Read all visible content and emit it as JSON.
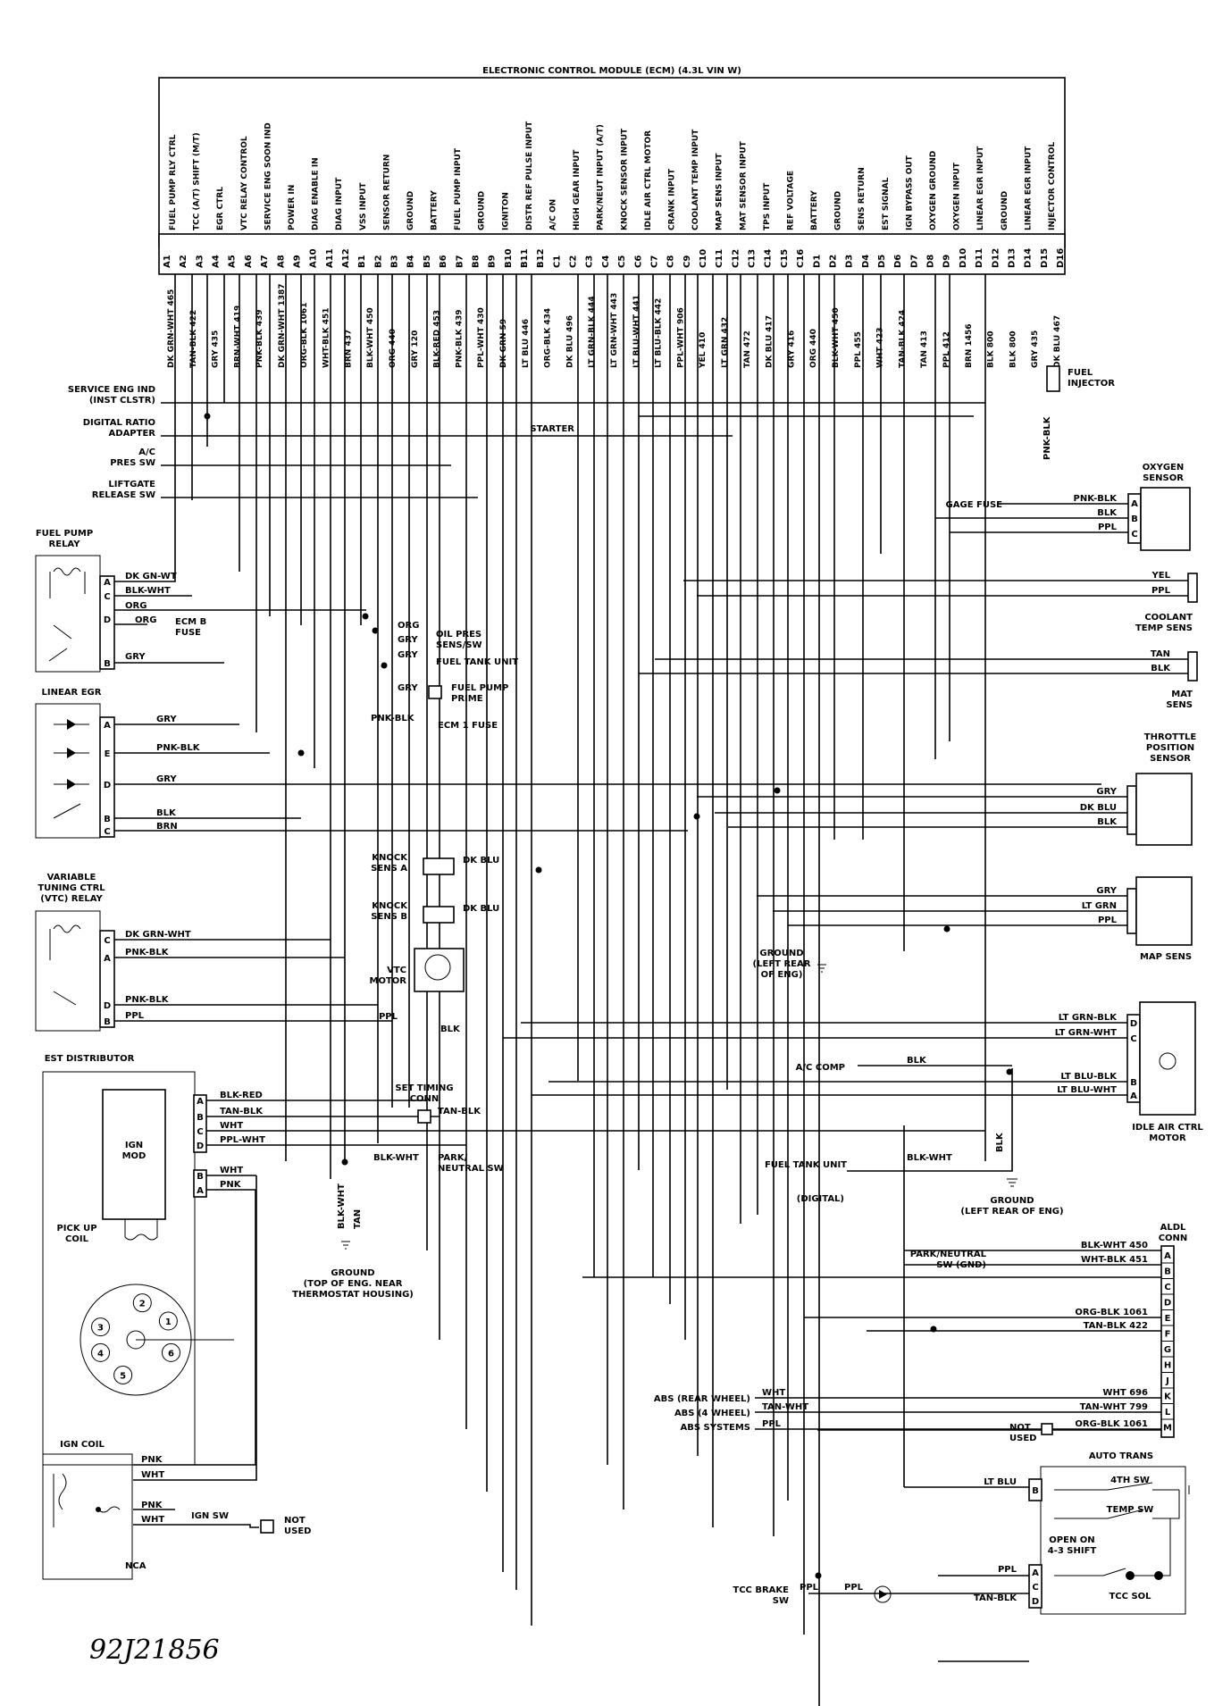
{
  "ecm": {
    "title": "ELECTRONIC CONTROL MODULE (ECM) (4.3L VIN W)",
    "functions": [
      "FUEL PUMP RLY CTRL",
      "TCC (A/T) SHIFT (M/T)",
      "EGR CTRL",
      "VTC RELAY CONTROL",
      "SERVICE ENG SOON IND",
      "POWER IN",
      "DIAG ENABLE IN",
      "DIAG INPUT",
      "VSS INPUT",
      "SENSOR RETURN",
      "GROUND",
      "BATTERY",
      "FUEL PUMP INPUT",
      "GROUND",
      "IGNITON",
      "DISTR REF PULSE INPUT",
      "A/C ON",
      "HIGH GEAR INPUT",
      "PARK/NEUT INPUT (A/T)",
      "KNOCK SENSOR INPUT",
      "IDLE AIR CTRL MOTOR",
      "CRANK INPUT",
      "COOLANT TEMP INPUT",
      "MAP SENS INPUT",
      "MAT SENSOR INPUT",
      "TPS INPUT",
      "REF VOLTAGE",
      "BATTERY",
      "GROUND",
      "SENS RETURN",
      "EST SIGNAL",
      "IGN BYPASS OUT",
      "OXYGEN GROUND",
      "OXYGEN INPUT",
      "LINEAR EGR INPUT",
      "GROUND",
      "LINEAR EGR INPUT",
      "INJECTOR CONTROL"
    ],
    "pins": [
      "A1",
      "A2",
      "A3",
      "A4",
      "A5",
      "A6",
      "A7",
      "A8",
      "A9",
      "A10",
      "A11",
      "A12",
      "B1",
      "B2",
      "B3",
      "B4",
      "B5",
      "B6",
      "B7",
      "B8",
      "B9",
      "B10",
      "B11",
      "B12",
      "C1",
      "C2",
      "C3",
      "C4",
      "C5",
      "C6",
      "C7",
      "C8",
      "C9",
      "C10",
      "C11",
      "C12",
      "C13",
      "C14",
      "C15",
      "C16",
      "D1",
      "D2",
      "D3",
      "D4",
      "D5",
      "D6",
      "D7",
      "D8",
      "D9",
      "D10",
      "D11",
      "D12",
      "D13",
      "D14",
      "D15",
      "D16"
    ],
    "wires": [
      "DK GRN-WHT 465",
      "TAN-BLK 422",
      "GRY 435",
      "BRN-WHT 419",
      "PNK-BLK 439",
      "DK GRN-WHT 1387",
      "ORG-BLK 1061",
      "WHT-BLK 451",
      "BRN 437",
      "BLK-WHT 450",
      "ORG 440",
      "GRY 120",
      "BLK-RED 453",
      "PNK-BLK 439",
      "PPL-WHT 430",
      "DK GRN 59",
      "LT BLU 446",
      "ORG-BLK 434",
      "DK BLU 496",
      "LT GRN-BLK 444",
      "LT GRN-WHT 443",
      "LT BLU-WHT 441",
      "LT BLU-BLK 442",
      "PPL-WHT 906",
      "YEL 410",
      "LT GRN 432",
      "TAN 472",
      "DK BLU 417",
      "GRY 416",
      "ORG 440",
      "BLK-WHT 450",
      "PPL 455",
      "WHT 423",
      "TAN-BLK 424",
      "TAN 413",
      "PPL 412",
      "BRN 1456",
      "BLK 800",
      "BLK 800",
      "GRY 435",
      "DK BLU 467"
    ]
  },
  "left_labels": {
    "service_eng_ind": "SERVICE ENG IND",
    "service_eng_ind_sub": "(INST CLSTR)",
    "digital_ratio": "DIGITAL RATIO",
    "digital_ratio_sub": "ADAPTER",
    "ac_pres": "A/C",
    "ac_pres_sub": "PRES SW",
    "liftgate": "LIFTGATE",
    "liftgate_sub": "RELEASE SW"
  },
  "fuel_pump_relay": {
    "title1": "FUEL PUMP",
    "title2": "RELAY",
    "wires": [
      "DK GN-WT",
      "BLK-WHT",
      "ORG",
      "ORG",
      "GRY"
    ],
    "pins": [
      "A",
      "C",
      "D",
      "B"
    ],
    "ecm_fuse": "ECM B",
    "ecm_fuse2": "FUSE"
  },
  "linear_egr": {
    "title": "LINEAR EGR",
    "pins": [
      "A",
      "E",
      "D",
      "B",
      "C"
    ],
    "wires": [
      "GRY",
      "PNK-BLK",
      "GRY",
      "BLK",
      "BRN"
    ]
  },
  "vtc_relay": {
    "title1": "VARIABLE",
    "title2": "TUNING CTRL",
    "title3": "(VTC) RELAY",
    "pins": [
      "C",
      "A",
      "D",
      "B"
    ],
    "wires": [
      "DK GRN-WHT",
      "PNK-BLK",
      "PNK-BLK",
      "PPL"
    ]
  },
  "est_distributor": {
    "title": "EST DISTRIBUTOR",
    "ign_mod1": "IGN",
    "ign_mod2": "MOD",
    "pins_top": [
      "A",
      "B",
      "C",
      "D"
    ],
    "wires_top": [
      "BLK-RED",
      "TAN-BLK",
      "WHT",
      "PPL-WHT"
    ],
    "pins_bottom": [
      "B",
      "A"
    ],
    "wires_bottom": [
      "WHT",
      "PNK"
    ],
    "pickup1": "PICK UP",
    "pickup2": "COIL",
    "cylinders": [
      "2",
      "1",
      "3",
      "6",
      "4",
      "5"
    ]
  },
  "ign_coil": {
    "title": "IGN COIL",
    "wires": [
      "PNK",
      "WHT",
      "PNK",
      "WHT"
    ],
    "ign_sw": "IGN SW",
    "nca": "NCA",
    "not_used1": "NOT",
    "not_used2": "USED"
  },
  "center": {
    "org": "ORG",
    "gry": "GRY",
    "gry2": "GRY",
    "oil_pres1": "OIL PRES",
    "oil_pres2": "SENS/SW",
    "fuel_tank_unit": "FUEL TANK UNIT",
    "gry3": "GRY",
    "fuel_pump_prime1": "FUEL PUMP",
    "fuel_pump_prime2": "PRIME",
    "pnk_blk": "PNK-BLK",
    "ecm1_fuse": "ECM 1 FUSE",
    "knock_a1": "KNOCK",
    "knock_a2": "SENS A",
    "knock_a_wire": "DK BLU",
    "knock_b1": "KNOCK",
    "knock_b2": "SENS B",
    "knock_b_wire": "DK BLU",
    "vtc_motor1": "VTC",
    "vtc_motor2": "MOTOR",
    "vtc_ppl": "PPL",
    "vtc_blk": "BLK",
    "set_timing1": "SET TIMING",
    "set_timing2": "CONN",
    "set_timing_wire": "TAN-BLK",
    "blk_wht": "BLK-WHT",
    "park_neutral1": "PARK/",
    "park_neutral2": "NEUTRAL SW",
    "gnd_wire1": "BLK-WHT",
    "gnd_wire2": "TAN",
    "ground1": "GROUND",
    "ground2": "(TOP OF ENG. NEAR",
    "ground3": "THERMOSTAT HOUSING)",
    "starter": "STARTER",
    "ground_left1": "GROUND",
    "ground_left2": "(LEFT REAR",
    "ground_left3": "OF ENG)"
  },
  "right": {
    "fuel_injector1": "FUEL",
    "fuel_injector2": "INJECTOR",
    "inj_wire": "PNK-BLK",
    "oxygen1": "OXYGEN",
    "oxygen2": "SENSOR",
    "gage_fuse": "GAGE FUSE",
    "oxy_wires": [
      "PNK-BLK",
      "BLK",
      "PPL"
    ],
    "oxy_pins": [
      "A",
      "B",
      "C"
    ],
    "coolant_wires": [
      "YEL",
      "PPL"
    ],
    "coolant1": "COOLANT",
    "coolant2": "TEMP SENS",
    "mat_wires": [
      "TAN",
      "BLK"
    ],
    "mat1": "MAT",
    "mat2": "SENS",
    "tps1": "THROTTLE",
    "tps2": "POSITION",
    "tps3": "SENSOR",
    "tps_wires": [
      "GRY",
      "DK BLU",
      "BLK"
    ],
    "map_wires": [
      "GRY",
      "LT GRN",
      "PPL"
    ],
    "map": "MAP SENS",
    "iac_wires": [
      "LT GRN-BLK",
      "LT GRN-WHT",
      "LT BLU-BLK",
      "LT BLU-WHT"
    ],
    "iac_pins": [
      "D",
      "C",
      "B",
      "A"
    ],
    "iac1": "IDLE AIR CTRL",
    "iac2": "MOTOR",
    "ac_comp": "A/C COMP",
    "ac_blk": "BLK",
    "fuel_tank_unit": "FUEL TANK UNIT",
    "ftu_wire": "BLK-WHT",
    "digital": "(DIGITAL)",
    "gnd_blk": "BLK",
    "ground1": "GROUND",
    "ground2": "(LEFT REAR OF ENG)"
  },
  "aldl": {
    "title1": "ALDL",
    "title2": "CONN",
    "pins": [
      "A",
      "B",
      "C",
      "D",
      "E",
      "F",
      "G",
      "H",
      "J",
      "K",
      "L",
      "M"
    ],
    "park_neutral1": "PARK/NEUTRAL",
    "park_neutral2": "SW (GND)",
    "wires": [
      "BLK-WHT 450",
      "WHT-BLK 451",
      "ORG-BLK 1061",
      "TAN-BLK 422",
      "WHT 696",
      "TAN-WHT 799",
      "ORG-BLK 1061"
    ],
    "abs_rear": "ABS (REAR WHEEL)",
    "abs_4": "ABS (4 WHEEL)",
    "abs_sys": "ABS SYSTEMS",
    "abs_wires": [
      "WHT",
      "TAN-WHT",
      "PPL"
    ],
    "not_used1": "NOT",
    "not_used2": "USED"
  },
  "auto_trans": {
    "title": "AUTO TRANS",
    "lt_blu": "LT BLU",
    "ppl": "PPL",
    "tan_blk": "TAN-BLK",
    "pins": [
      "B",
      "A",
      "C",
      "D"
    ],
    "sw4": "4TH SW",
    "temp_sw": "TEMP SW",
    "open_on1": "OPEN ON",
    "open_on2": "4-3 SHIFT",
    "tcc_sol": "TCC SOL",
    "tcc_brake1": "TCC BRAKE",
    "tcc_brake2": "SW",
    "ppl1": "PPL",
    "ppl2": "PPL"
  },
  "figure_id": "92J21856"
}
